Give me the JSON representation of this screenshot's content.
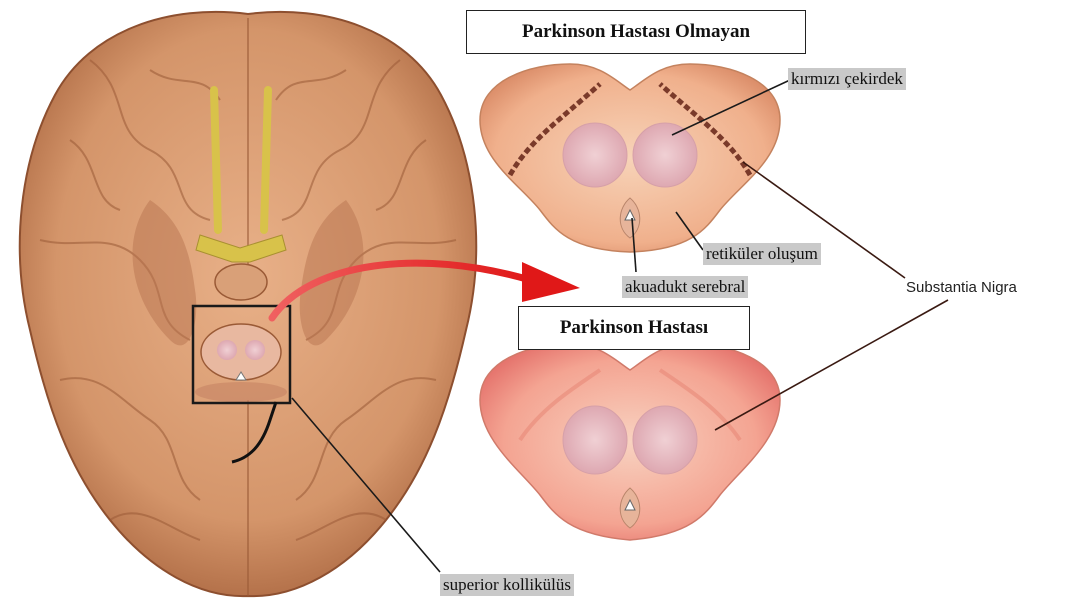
{
  "titles": {
    "healthy": "Parkinson Hastası Olmayan",
    "patient": "Parkinson Hastası"
  },
  "labels": {
    "red_nucleus": "kırmızı çekirdek",
    "reticular": "retiküler oluşum",
    "aqueduct": "akuadukt serebral",
    "substantia_nigra": "Substantia Nigra",
    "superior_colliculus": "superior kollikülüs"
  },
  "colors": {
    "brain": "#d99a6e",
    "brain_shadow": "#a8643e",
    "nerve": "#d8c24a",
    "section_healthy": "#f0b48e",
    "section_patient": "#f39a8c",
    "nigra_band": "#7a3a2a",
    "nucleus": "#e8b8c0",
    "arrow": "#e8262a"
  }
}
